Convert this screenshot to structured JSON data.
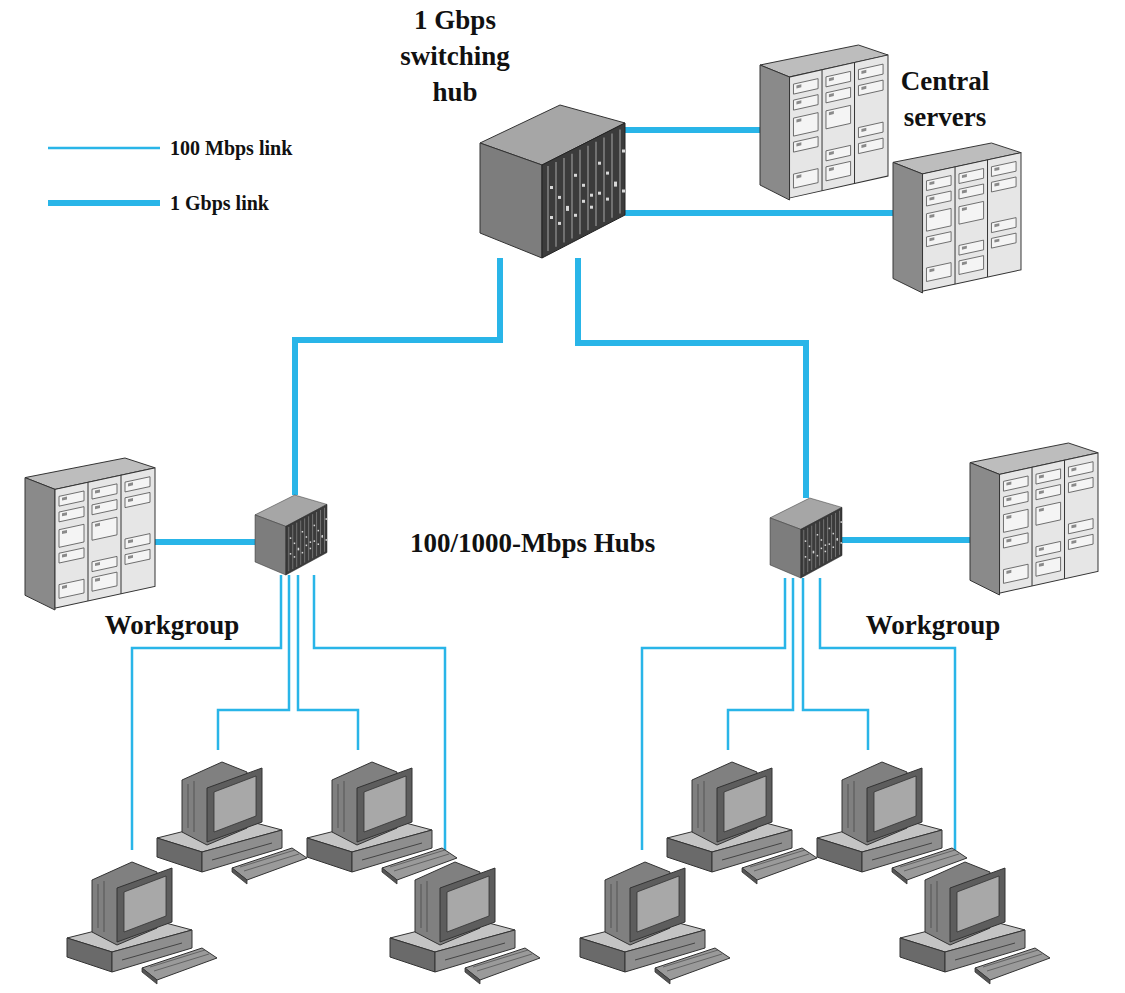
{
  "diagram": {
    "nodes": [
      {
        "text": [
          "1 Gbps switching hub"
        ]
      },
      {
        "text": [
          "Central servers"
        ]
      },
      {
        "text": []
      },
      {
        "text": [
          "Workgroup"
        ]
      },
      {
        "text": []
      },
      {
        "text": []
      },
      {
        "text": [
          "Workgroup"
        ]
      },
      {
        "text": []
      },
      {
        "text": []
      },
      {
        "text": []
      },
      {
        "text": []
      },
      {
        "text": []
      },
      {
        "text": []
      },
      {
        "text": []
      },
      {
        "text": []
      }
    ],
    "edges": [
      {
        "from": 0,
        "to": 1,
        "arrow": "none"
      },
      {
        "from": 0,
        "to": 2,
        "arrow": "none"
      },
      {
        "from": 0,
        "to": 4,
        "arrow": "none"
      },
      {
        "from": 0,
        "to": 5,
        "arrow": "none"
      },
      {
        "from": 3,
        "to": 4,
        "arrow": "none"
      },
      {
        "from": 5,
        "to": 6,
        "arrow": "none"
      },
      {
        "from": 4,
        "to": 7,
        "arrow": "none"
      },
      {
        "from": 4,
        "to": 8,
        "arrow": "none"
      },
      {
        "from": 4,
        "to": 9,
        "arrow": "none"
      },
      {
        "from": 4,
        "to": 10,
        "arrow": "none"
      },
      {
        "from": 5,
        "to": 11,
        "arrow": "none"
      },
      {
        "from": 5,
        "to": 12,
        "arrow": "none"
      },
      {
        "from": 5,
        "to": 13,
        "arrow": "none"
      },
      {
        "from": 5,
        "to": 14,
        "arrow": "none"
      }
    ],
    "labels": [
      "100/1000-Mbps Hubs"
    ],
    "legend": [
      {
        "text": "100 Mbps link"
      },
      {
        "text": "1 Gbps link"
      }
    ]
  }
}
